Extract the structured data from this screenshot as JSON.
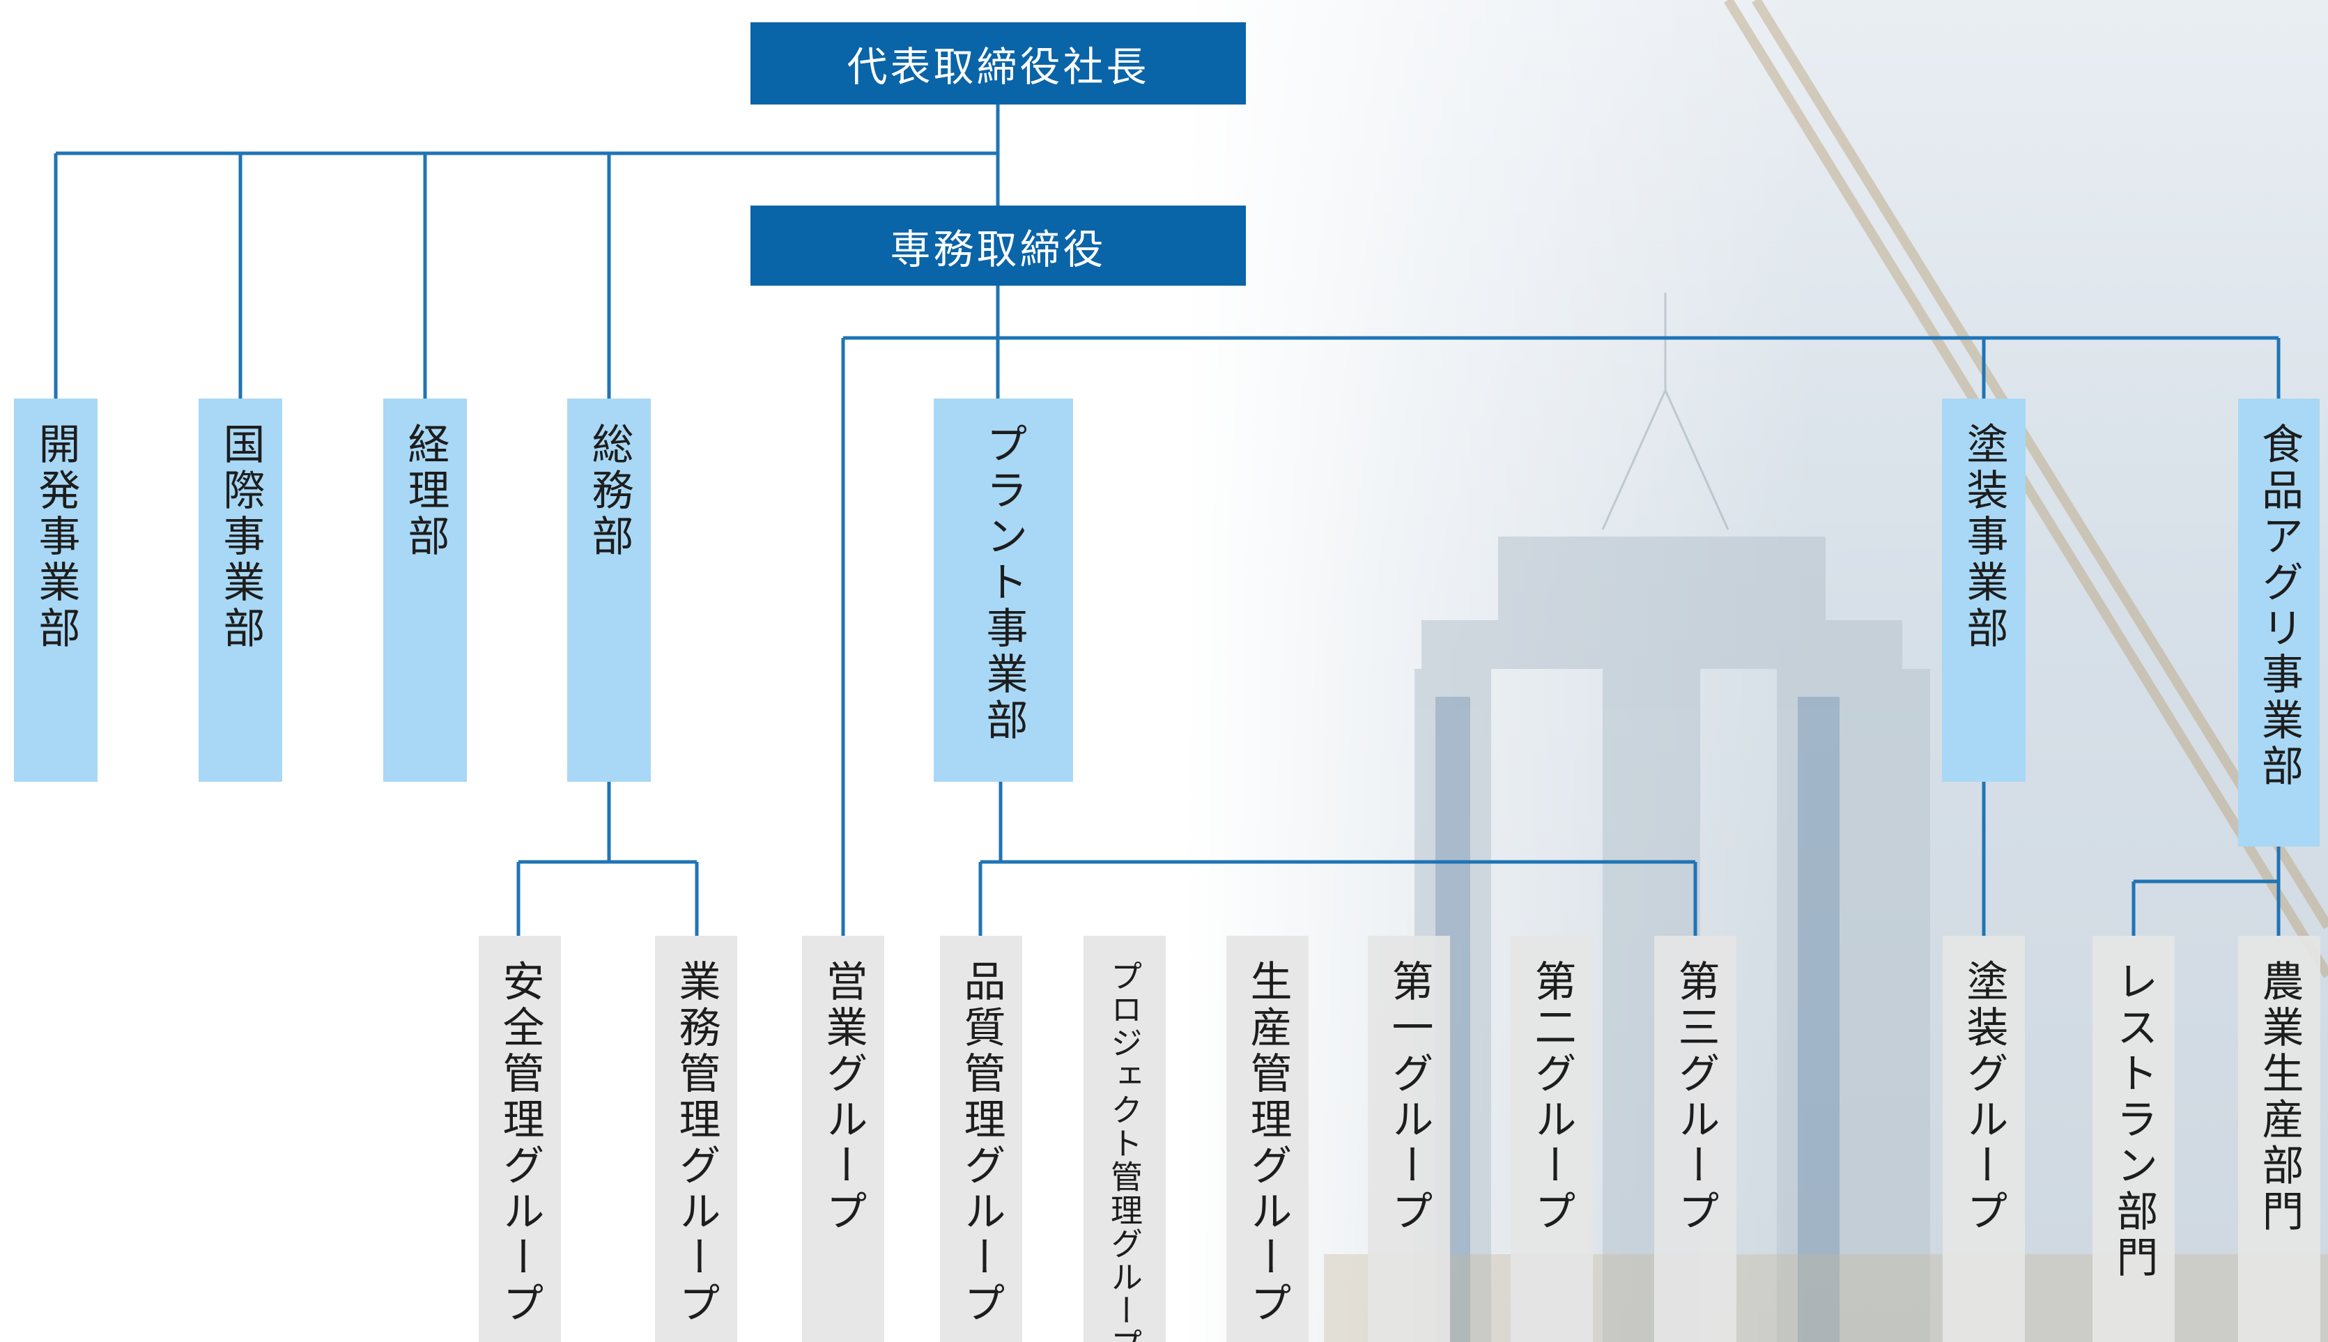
{
  "top": {
    "president": "代表取締役社長",
    "senior_director": "専務取締役"
  },
  "departments": {
    "development": "開発事業部",
    "international": "国際事業部",
    "accounting": "経理部",
    "general_affairs": "総務部",
    "plant": "プラント事業部",
    "painting": "塗装事業部",
    "food_agri": "食品アグリ事業部"
  },
  "groups": {
    "safety_management": "安全管理グループ",
    "business_management": "業務管理グループ",
    "sales": "営業グループ",
    "quality_control": "品質管理グループ",
    "project_management": "プロジェクト管理グループ",
    "production_management": "生産管理グループ",
    "first": "第一グループ",
    "second": "第二グループ",
    "third": "第三グループ",
    "painting": "塗装グループ",
    "restaurant": "レストラン部門",
    "agricultural_production": "農業生産部門"
  },
  "colors": {
    "executive": "#0a64a8",
    "department": "#a8d8f5",
    "group": "#e5e5e5",
    "connector": "#1f74b5"
  }
}
